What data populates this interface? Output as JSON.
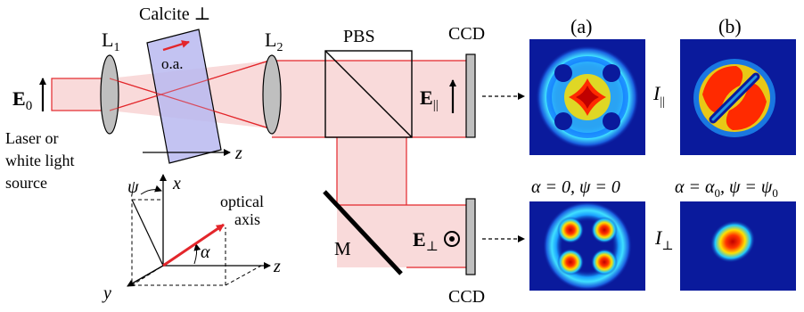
{
  "labels": {
    "calcite": "Calcite ⊥",
    "oa": "o.a.",
    "l1_main": "L",
    "l1_sub": "1",
    "l2_main": "L",
    "l2_sub": "2",
    "pbs": "PBS",
    "ccd_top": "CCD",
    "ccd_bottom": "CCD",
    "mirror": "M",
    "e0_main": "E",
    "e0_sub": "0",
    "epar_main": "E",
    "epar_sub": "||",
    "eperp_main": "E",
    "eperp_sub": "⊥",
    "source_line1": "Laser or",
    "source_line2": "white light",
    "source_line3": "source",
    "z_beam": "z",
    "axis_x": "x",
    "axis_y": "y",
    "axis_z": "z",
    "psi": "ψ",
    "alpha": "α",
    "optical_line1": "optical",
    "optical_line2": "axis",
    "panel_a": "(a)",
    "panel_b": "(b)",
    "ipar_main": "I",
    "ipar_sub": "||",
    "iperp_main": "I",
    "iperp_sub": "⊥",
    "cond_a": "α = 0, ψ = 0",
    "cond_b_1": "α = α",
    "cond_b_2": "0",
    "cond_b_3": ", ψ = ψ",
    "cond_b_4": "0"
  },
  "colors": {
    "beam_fill": "#f9dada",
    "beam_line": "#e3262b",
    "calcite_fill": "#b9b9f0",
    "lens_fill": "#bfbfbf",
    "pattern_bg": "#0a1a9c",
    "oa_arrow": "#e3262b"
  }
}
